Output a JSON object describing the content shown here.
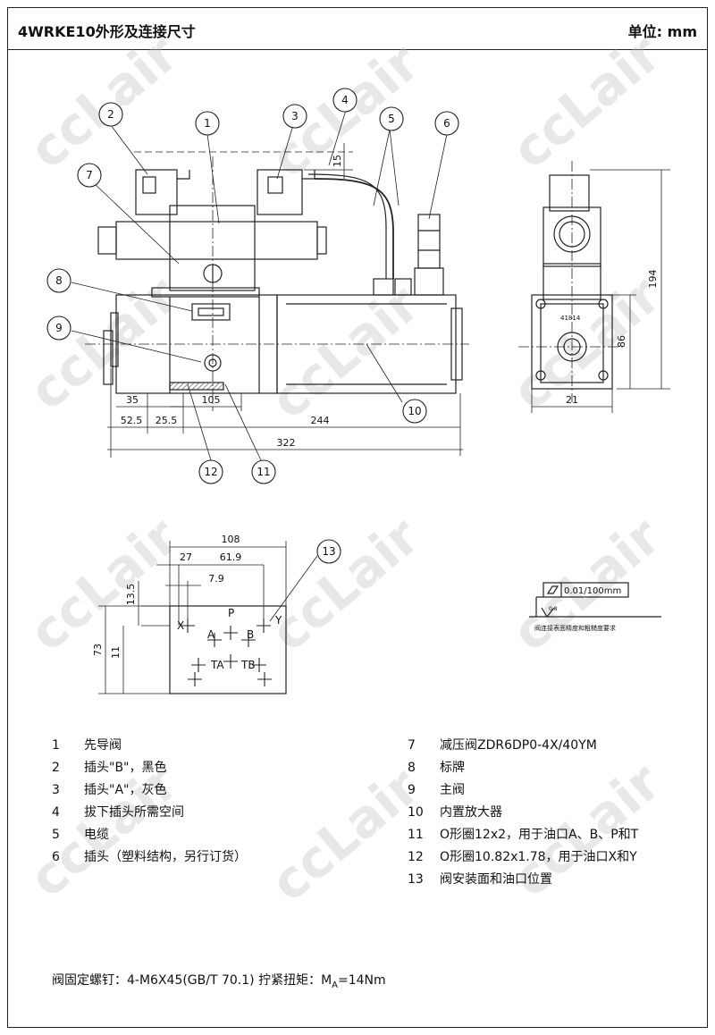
{
  "header": {
    "title": "4WRKE10外形及连接尺寸",
    "unit": "单位: mm"
  },
  "watermark": "ccLair",
  "callouts": [
    "1",
    "2",
    "3",
    "4",
    "5",
    "6",
    "7",
    "8",
    "9",
    "10",
    "11",
    "12",
    "13"
  ],
  "dimensions": {
    "d15": "15",
    "d35": "35",
    "d52_5": "52.5",
    "d25_5": "25.5",
    "d105": "105",
    "d244": "244",
    "d322": "322",
    "d194": "194",
    "d86": "86",
    "d21": "21",
    "d108": "108",
    "d27": "27",
    "d61_9": "61.9",
    "d7_9": "7.9",
    "d13_5": "13.5",
    "d73": "73",
    "d11": "11"
  },
  "nameplate": "41814",
  "port_labels": {
    "p": "P",
    "a": "A",
    "b": "B",
    "x": "X",
    "y": "Y",
    "ta": "TA",
    "tb": "TB"
  },
  "tolerance": {
    "value": "0.01/100mm",
    "grade": "0.8",
    "caption": "阀连接表面精度和粗糙度要求"
  },
  "legend": {
    "left": [
      {
        "num": "1",
        "text": "先导阀"
      },
      {
        "num": "2",
        "text": "插头\"B\"，黑色"
      },
      {
        "num": "3",
        "text": "插头\"A\"，灰色"
      },
      {
        "num": "4",
        "text": "拔下插头所需空间"
      },
      {
        "num": "5",
        "text": "电缆"
      },
      {
        "num": "6",
        "text": "插头（塑料结构，另行订货）"
      }
    ],
    "right": [
      {
        "num": "7",
        "text": "减压阀ZDR6DP0-4X/40YM"
      },
      {
        "num": "8",
        "text": "标牌"
      },
      {
        "num": "9",
        "text": "主阀"
      },
      {
        "num": "10",
        "text": "内置放大器"
      },
      {
        "num": "11",
        "text": "O形圈12x2，用于油口A、B、P和T"
      },
      {
        "num": "12",
        "text": "O形圈10.82x1.78，用于油口X和Y"
      },
      {
        "num": "13",
        "text": "阀安装面和油口位置"
      }
    ]
  },
  "note": {
    "prefix": "阀固定螺钉：4-M6X45(GB/T 70.1) 拧紧扭矩：M",
    "sub": "A",
    "suffix": "=14Nm"
  }
}
